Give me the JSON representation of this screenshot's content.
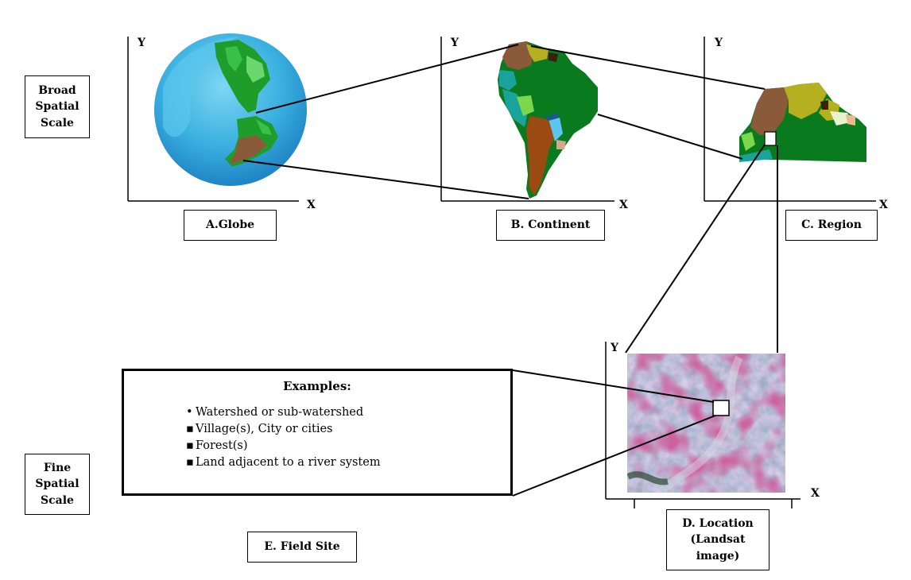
{
  "scale_labels": {
    "broad": [
      "Broad",
      "Spatial",
      "Scale"
    ],
    "fine": [
      "Fine",
      "Spatial",
      "Scale"
    ]
  },
  "axes": {
    "x": "X",
    "y": "Y"
  },
  "panels": {
    "globe": "A.Globe",
    "continent": "B. Continent",
    "region": "C. Region",
    "location": [
      "D. Location",
      "(Landsat",
      "image)"
    ],
    "field_site": "E. Field Site"
  },
  "examples": {
    "title": "Examples:",
    "items": [
      {
        "bullet": "•",
        "text": "Watershed or sub-watershed"
      },
      {
        "bullet": "▪",
        "text": "Village(s), City or cities"
      },
      {
        "bullet": "▪",
        "text": "Forest(s)"
      },
      {
        "bullet": "▪",
        "text": "Land adjacent to a river system"
      }
    ]
  },
  "colors": {
    "ocean": "#3aa9df",
    "land_green": "#1f9d2a",
    "land_brown": "#8a5a3a",
    "dark_green": "#0a7a1e",
    "olive": "#b5b01f",
    "teal": "#1aa39a",
    "rust": "#9b4a12",
    "landsat_base": "#9a9cab",
    "landsat_red": "#a02a55"
  }
}
